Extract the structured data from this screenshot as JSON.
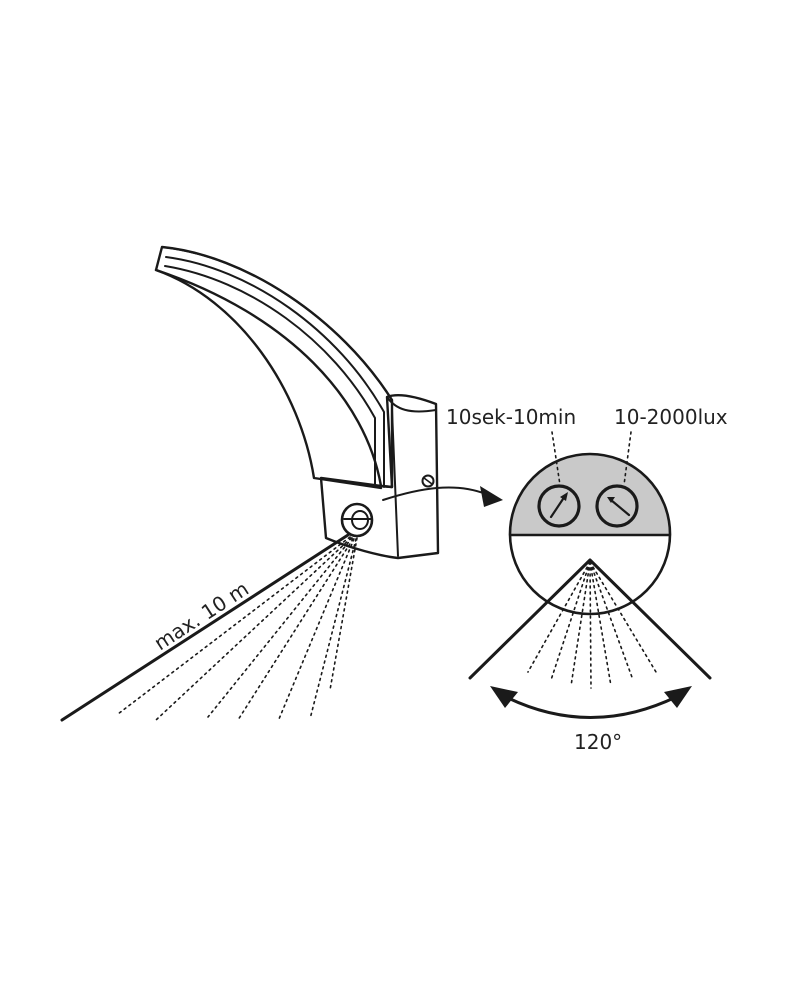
{
  "labels": {
    "time_range": "10sek-10min",
    "lux_range": "10-2000lux",
    "max_distance": "max. 10 m",
    "detection_angle": "120°"
  },
  "colors": {
    "ink": "#1a1a1a",
    "panel_gray": "#c9c9c9",
    "background": "#ffffff"
  }
}
